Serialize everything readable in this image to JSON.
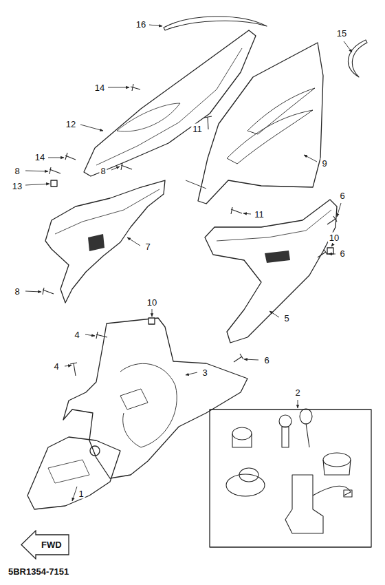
{
  "diagram": {
    "nodes": [
      {
        "text": [
          "FWD"
        ]
      }
    ],
    "labels": [
      "16",
      "15",
      "14",
      "12",
      "11",
      "14",
      "9",
      "8",
      "8",
      "13",
      "6",
      "11",
      "10",
      "7",
      "6",
      "8",
      "10",
      "5",
      "4",
      "6",
      "4",
      "3",
      "2",
      "1",
      "5BR1354-7151"
    ]
  }
}
